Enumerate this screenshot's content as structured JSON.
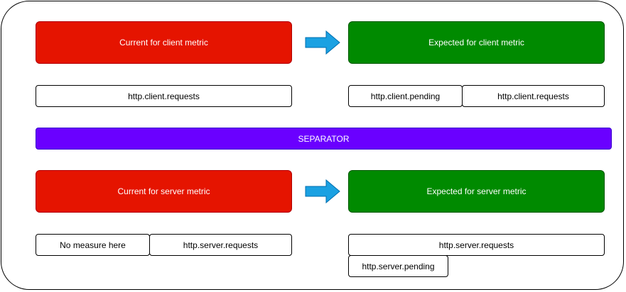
{
  "client": {
    "current_label": "Current for client metric",
    "expected_label": "Expected for client metric",
    "current_metrics": [
      "http.client.requests"
    ],
    "expected_metrics": [
      "http.client.pending",
      "http.client.requests"
    ]
  },
  "separator_label": "SEPARATOR",
  "server": {
    "current_label": "Current for server metric",
    "expected_label": "Expected for server metric",
    "current_metrics": [
      "No measure here",
      "http.server.requests"
    ],
    "expected_metrics": [
      "http.server.requests",
      "http.server.pending"
    ]
  },
  "colors": {
    "current": "#e51400",
    "expected": "#008a00",
    "separator": "#6a00ff",
    "arrow": "#1ba1e2"
  }
}
